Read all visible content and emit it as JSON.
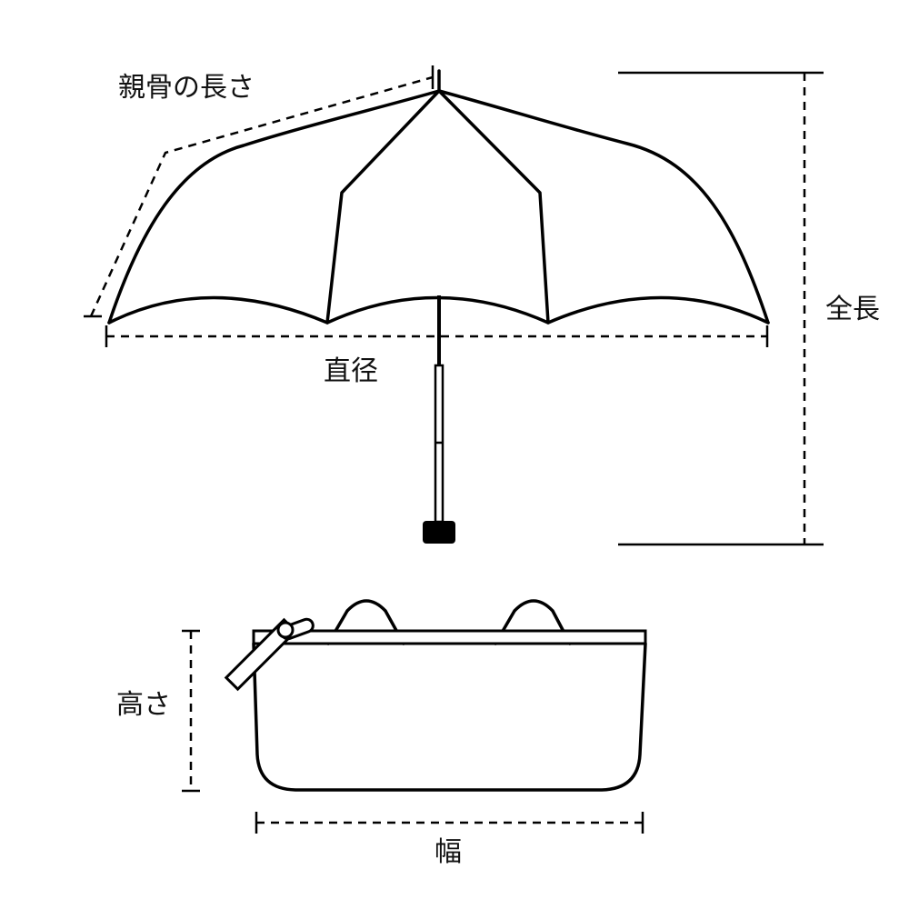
{
  "labels": {
    "rib_length": "親骨の長さ",
    "diameter": "直径",
    "total_length": "全長",
    "height": "高さ",
    "width": "幅"
  },
  "colors": {
    "line": "#000000",
    "background": "#ffffff"
  }
}
